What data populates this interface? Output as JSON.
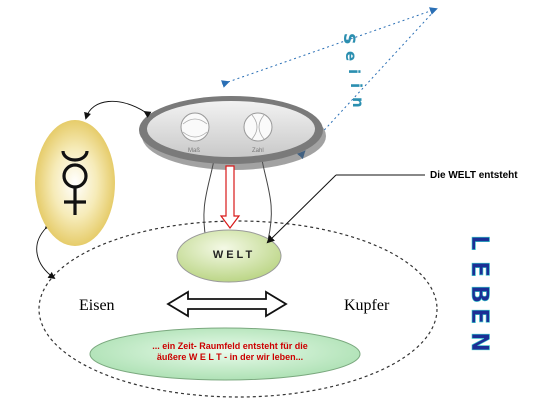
{
  "colors": {
    "outer_ellipse_stroke": "#333333",
    "welt_fill": "#d5e6a8",
    "bottom_fill": "#c8eccd",
    "mercury_bg": "#f2e29a",
    "arrow_red": "#d81818",
    "seiin_color": "#2b8fb0",
    "leben_color": "#1b2f95"
  },
  "labels": {
    "eisen": "Eisen",
    "kupfer": "Kupfer",
    "welt": "WELT",
    "welt_entsteht": "Die WELT entsteht",
    "lens_left": "Maß",
    "lens_right": "Zahl",
    "bottom_line1": "... ein Zeit- Raumfeld entsteht für die",
    "bottom_line2": "äußere W E L T - in der wir leben..."
  },
  "vertical_words": {
    "seiin": [
      "S",
      "e",
      "i",
      "i",
      "n"
    ],
    "leben": [
      "L",
      "E",
      "B",
      "E",
      "N"
    ]
  },
  "icons": {
    "mercury": "mercury-symbol-icon"
  }
}
